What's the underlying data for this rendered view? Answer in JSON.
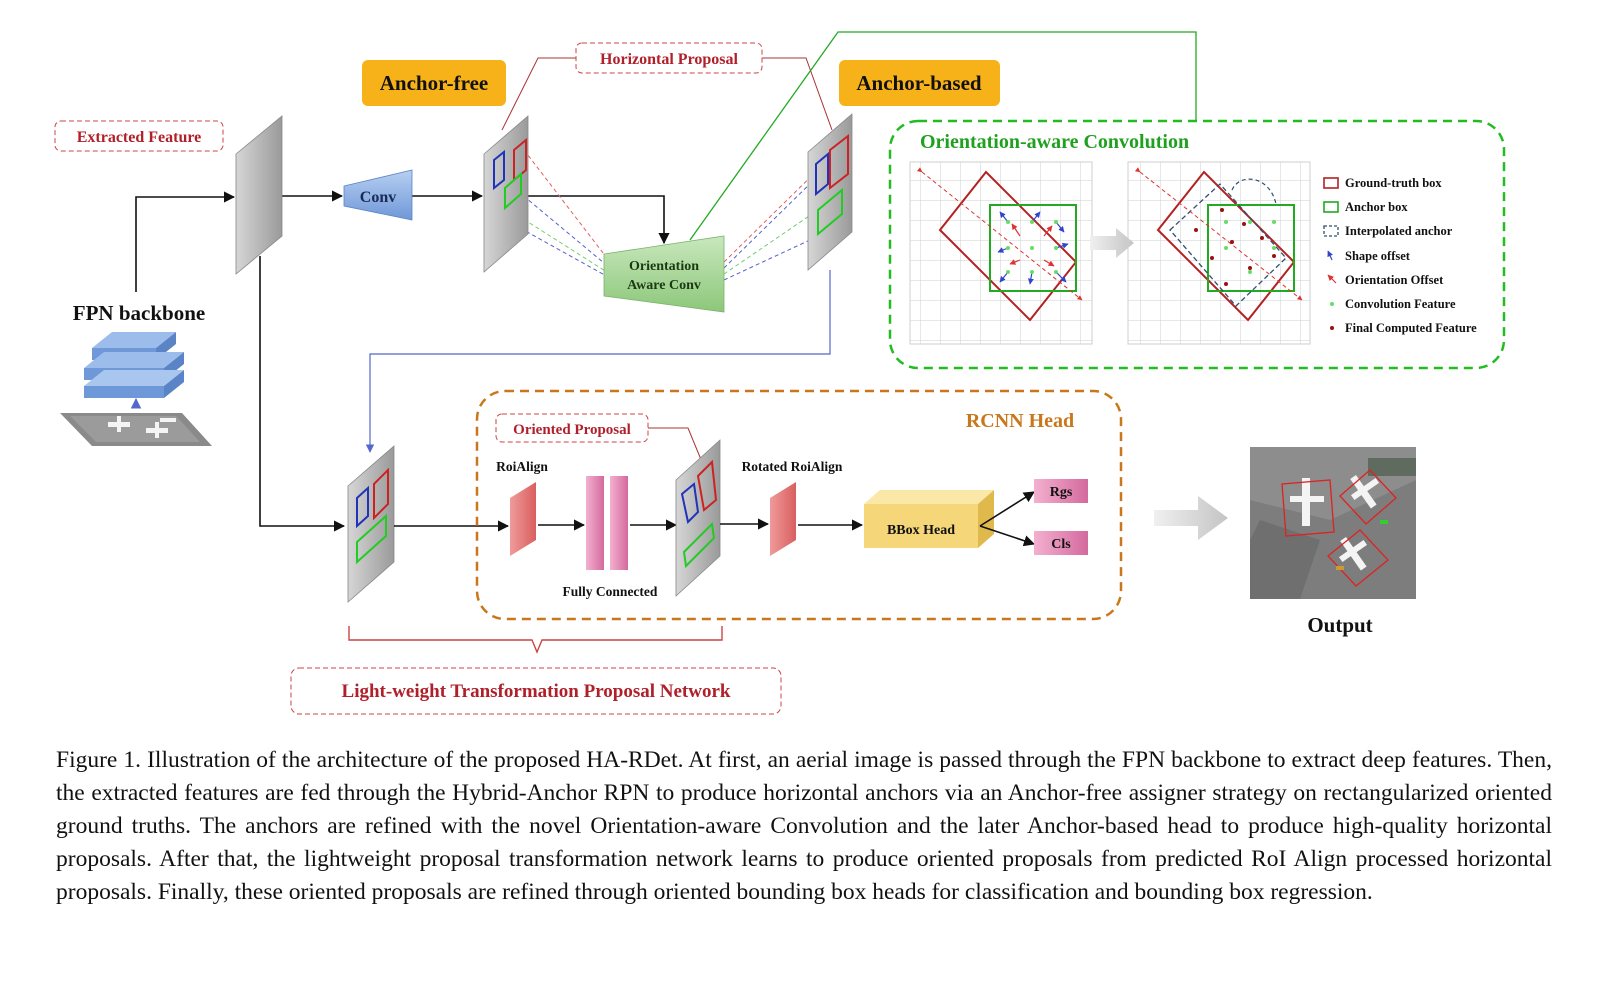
{
  "labels": {
    "extracted_feature": "Extracted Feature",
    "fpn_backbone": "FPN backbone",
    "conv": "Conv",
    "anchor_free": "Anchor-free",
    "anchor_based": "Anchor-based",
    "horizontal_proposal": "Horizontal Proposal",
    "orientation_aware_conv_line1": "Orientation",
    "orientation_aware_conv_line2": "Aware Conv",
    "orientation_aware_convolution": "Orientation-aware Convolution",
    "rcnn_head": "RCNN Head",
    "oriented_proposal": "Oriented Proposal",
    "roialign": "RoiAlign",
    "rotated_roialign": "Rotated RoiAlign",
    "fully_connected": "Fully Connected",
    "bbox_head": "BBox Head",
    "rgs": "Rgs",
    "cls": "Cls",
    "output": "Output",
    "ltpn": "Light-weight Transformation Proposal Network"
  },
  "legend": [
    {
      "label": "Ground-truth box",
      "color": "#b22222",
      "symbol": "box"
    },
    {
      "label": "Anchor box",
      "color": "#22aa22",
      "symbol": "box"
    },
    {
      "label": "Interpolated anchor",
      "color": "#2f4f6f",
      "symbol": "dashed-box"
    },
    {
      "label": "Shape offset",
      "color": "#3344cc",
      "symbol": "arrow"
    },
    {
      "label": "Orientation Offset",
      "color": "#dd3333",
      "symbol": "arrow"
    },
    {
      "label": "Convolution Feature",
      "color": "#66dd66",
      "symbol": "dot"
    },
    {
      "label": "Final Computed Feature",
      "color": "#991111",
      "symbol": "dot"
    }
  ],
  "colors": {
    "label_red": "#b0202a",
    "orange_badge": "#f7b21a",
    "green_dashed": "#22bb22",
    "rcnn_border": "#c8781a",
    "conv_blue": "#8fb3e6",
    "oac_green": "#a8d69a",
    "bbox_yellow": "#f5d77a",
    "pink": "#e07ab0"
  },
  "caption": "Figure 1. Illustration of the architecture of the proposed HA-RDet. At first, an aerial image is passed through the FPN backbone to extract deep features. Then, the extracted features are fed through the Hybrid-Anchor RPN to produce horizontal anchors via an Anchor-free assigner strategy on rectangularized oriented ground truths. The anchors are refined with the novel Orientation-aware Convolution and the later Anchor-based head to produce high-quality horizontal proposals. After that, the lightweight proposal transformation network learns to produce oriented proposals from predicted RoI Align processed horizontal proposals. Finally, these oriented proposals are refined through oriented bounding box heads for classification and bounding box regression."
}
